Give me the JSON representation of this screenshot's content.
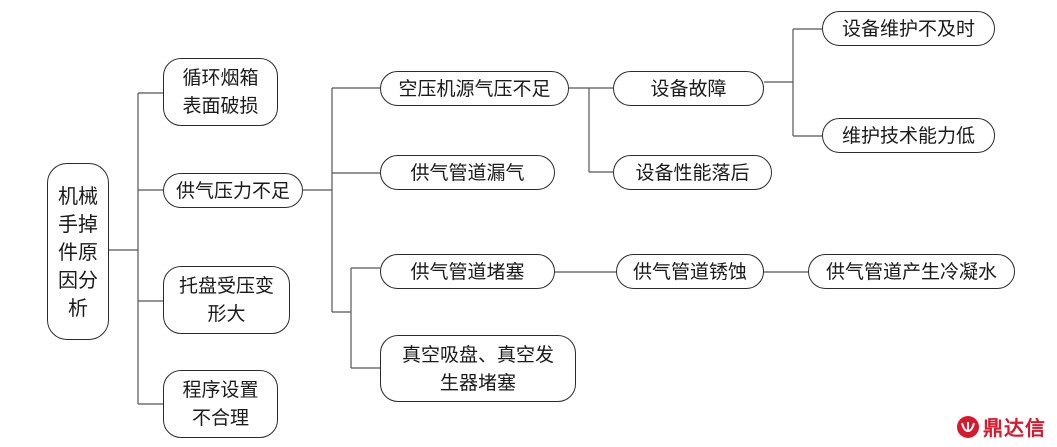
{
  "diagram": {
    "root": "机械\n手掉\n件原\n因分\n析",
    "level1": {
      "box_damage": "循环烟箱\n表面破损",
      "low_air_pressure": "供气压力不足",
      "tray_deform": "托盘受压变\n形大",
      "program": "程序设置\n不合理"
    },
    "level2": {
      "compressor": "空压机源气压不足",
      "leak": "供气管道漏气",
      "blocked": "供气管道堵塞",
      "vacuum": "真空吸盘、真空发\n生器堵塞"
    },
    "level3": {
      "equipment_fault": "设备故障",
      "performance": "设备性能落后",
      "rust": "供气管道锈蚀"
    },
    "level4": {
      "maintenance_late": "设备维护不及时",
      "skill_low": "维护技术能力低",
      "condensate": "供气管道产生冷凝水"
    }
  },
  "watermark": {
    "text": "鼎达信",
    "color": "#d6192c"
  }
}
